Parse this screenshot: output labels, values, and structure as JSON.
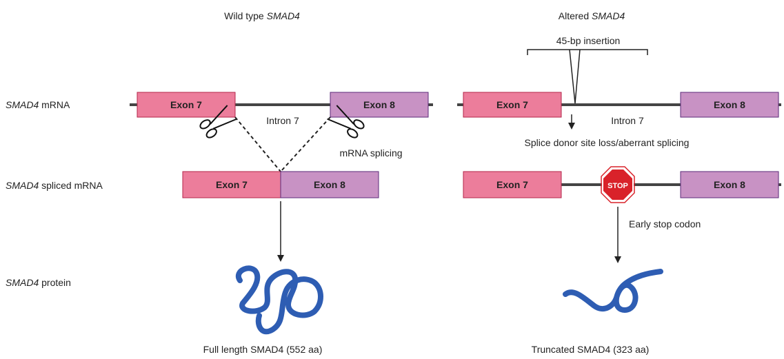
{
  "headers": {
    "wild": {
      "prefix": "Wild type ",
      "gene": "SMAD4"
    },
    "altered": {
      "prefix": "Altered ",
      "gene": "SMAD4"
    }
  },
  "row_labels": {
    "mrna": {
      "gene": "SMAD4",
      "suffix": " mRNA"
    },
    "spliced": {
      "gene": "SMAD4",
      "suffix": " spliced mRNA"
    },
    "protein": {
      "gene": "SMAD4",
      "suffix": " protein"
    }
  },
  "exons": {
    "exon7": "Exon 7",
    "exon8": "Exon 8"
  },
  "intron": "Intron 7",
  "insertion": "45-bp insertion",
  "splicing": "mRNA splicing",
  "splice_loss": "Splice donor site loss/aberrant splicing",
  "stop_sign": "STOP",
  "early_stop": "Early stop codon",
  "protein_wild": "Full length SMAD4 (552 aa)",
  "protein_truncated": "Truncated SMAD4 (323 aa)",
  "colors": {
    "exon7_fill": "#ec7d9b",
    "exon7_text": "#b3254a",
    "exon8_fill": "#c892c4",
    "exon8_text": "#5b2a7a",
    "protein": "#2e5db3",
    "stop": "#d9222a",
    "line": "#444444"
  }
}
